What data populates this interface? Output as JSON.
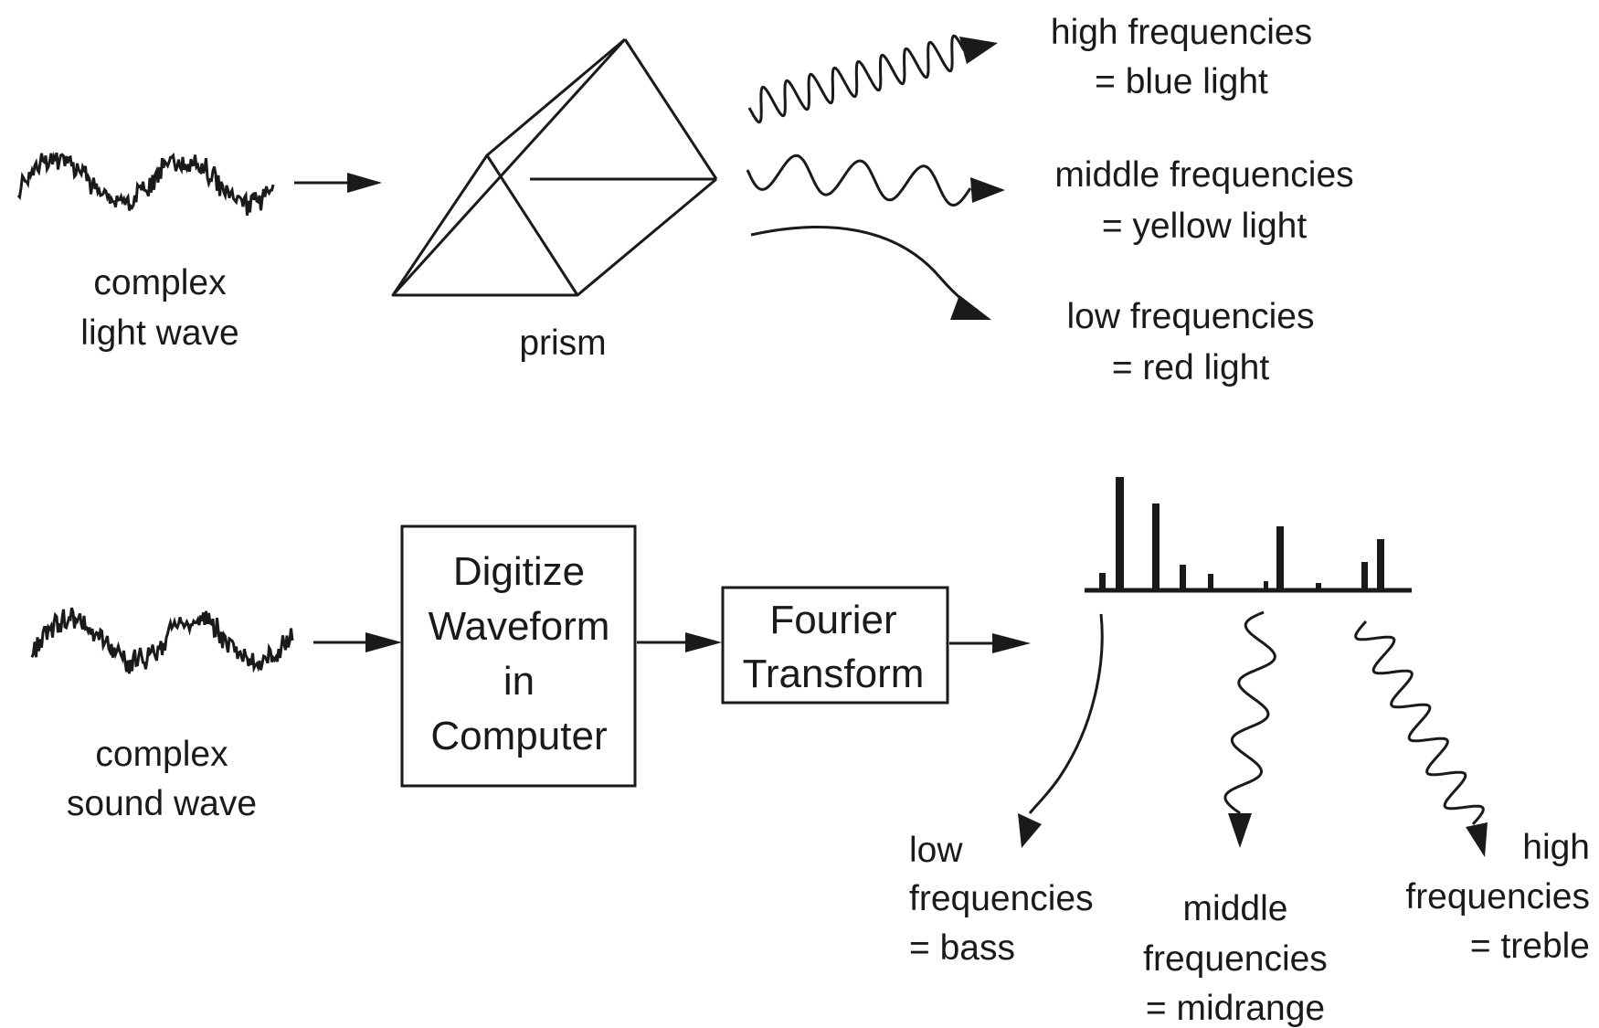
{
  "light_section": {
    "input_label": [
      "complex",
      "light wave"
    ],
    "prism_label": "prism",
    "outputs": [
      {
        "line1": "high frequencies",
        "line2": "= blue light"
      },
      {
        "line1": "middle frequencies",
        "line2": "= yellow light"
      },
      {
        "line1": "low frequencies",
        "line2": "= red light"
      }
    ]
  },
  "sound_section": {
    "input_label": [
      "complex",
      "sound wave"
    ],
    "digitize_box": [
      "Digitize",
      "Waveform",
      "in",
      "Computer"
    ],
    "fourier_box": [
      "Fourier",
      "Transform"
    ],
    "outputs": {
      "low": [
        "low",
        "frequencies",
        "= bass"
      ],
      "middle": [
        "middle",
        "frequencies",
        "= midrange"
      ],
      "high": [
        "high",
        "frequencies",
        "= treble"
      ]
    }
  },
  "colors": {
    "ink": "#1a1a1a",
    "background": "#ffffff"
  }
}
